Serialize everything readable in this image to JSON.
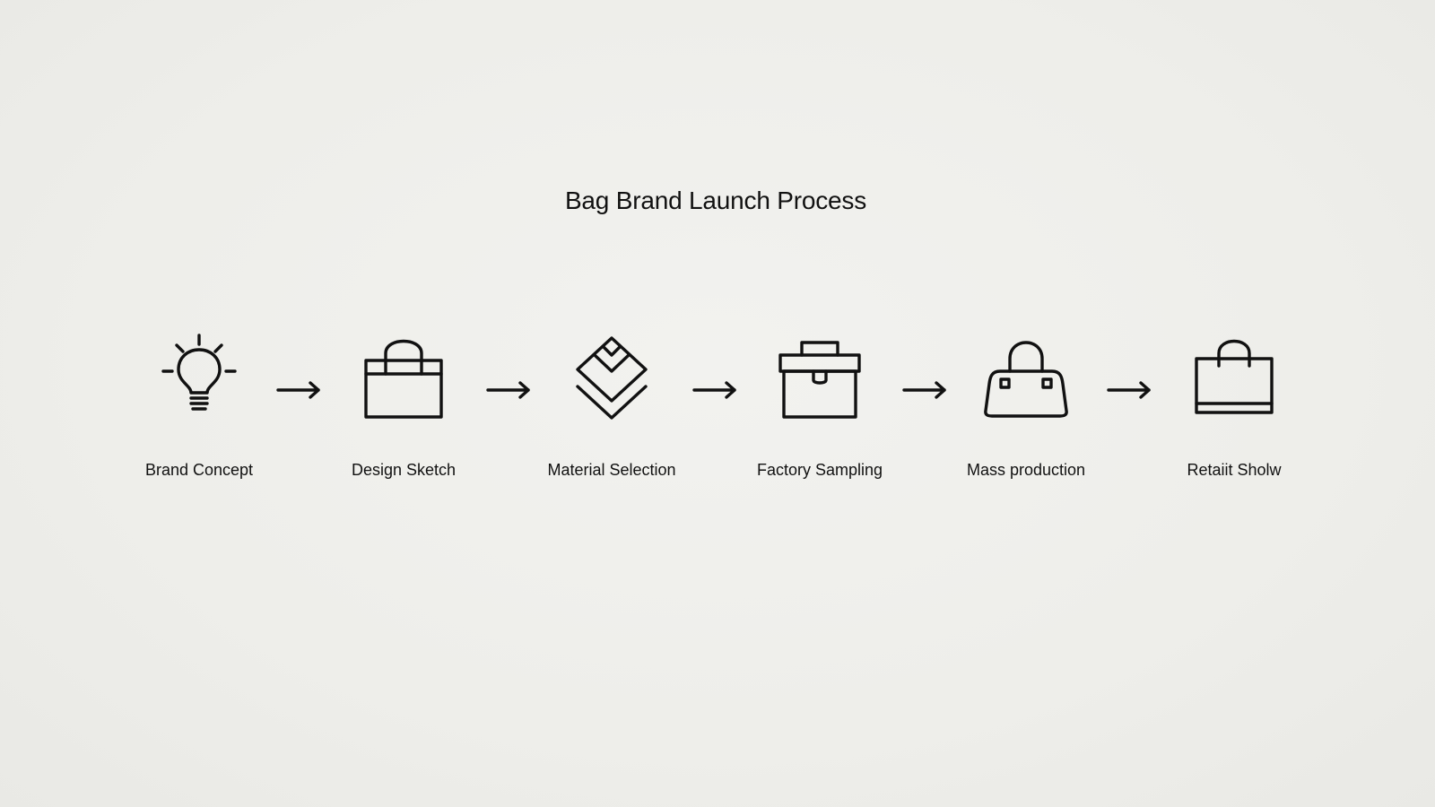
{
  "diagram": {
    "title": "Bag Brand Launch Process",
    "steps": [
      {
        "label": "Brand Concept",
        "icon": "lightbulb-icon"
      },
      {
        "label": "Design Sketch",
        "icon": "tote-bag-icon"
      },
      {
        "label": "Material Selection",
        "icon": "layered-material-icon"
      },
      {
        "label": "Factory Sampling",
        "icon": "toolbox-icon"
      },
      {
        "label": "Mass production",
        "icon": "handbag-icon"
      },
      {
        "label": "Retaiit Sholw",
        "icon": "shopping-bag-icon"
      }
    ],
    "connectors": [
      "arrow-right-icon",
      "arrow-right-icon",
      "arrow-right-icon",
      "arrow-right-icon",
      "arrow-right-icon"
    ],
    "colors": {
      "background": "#efefec",
      "ink": "#111111"
    }
  }
}
